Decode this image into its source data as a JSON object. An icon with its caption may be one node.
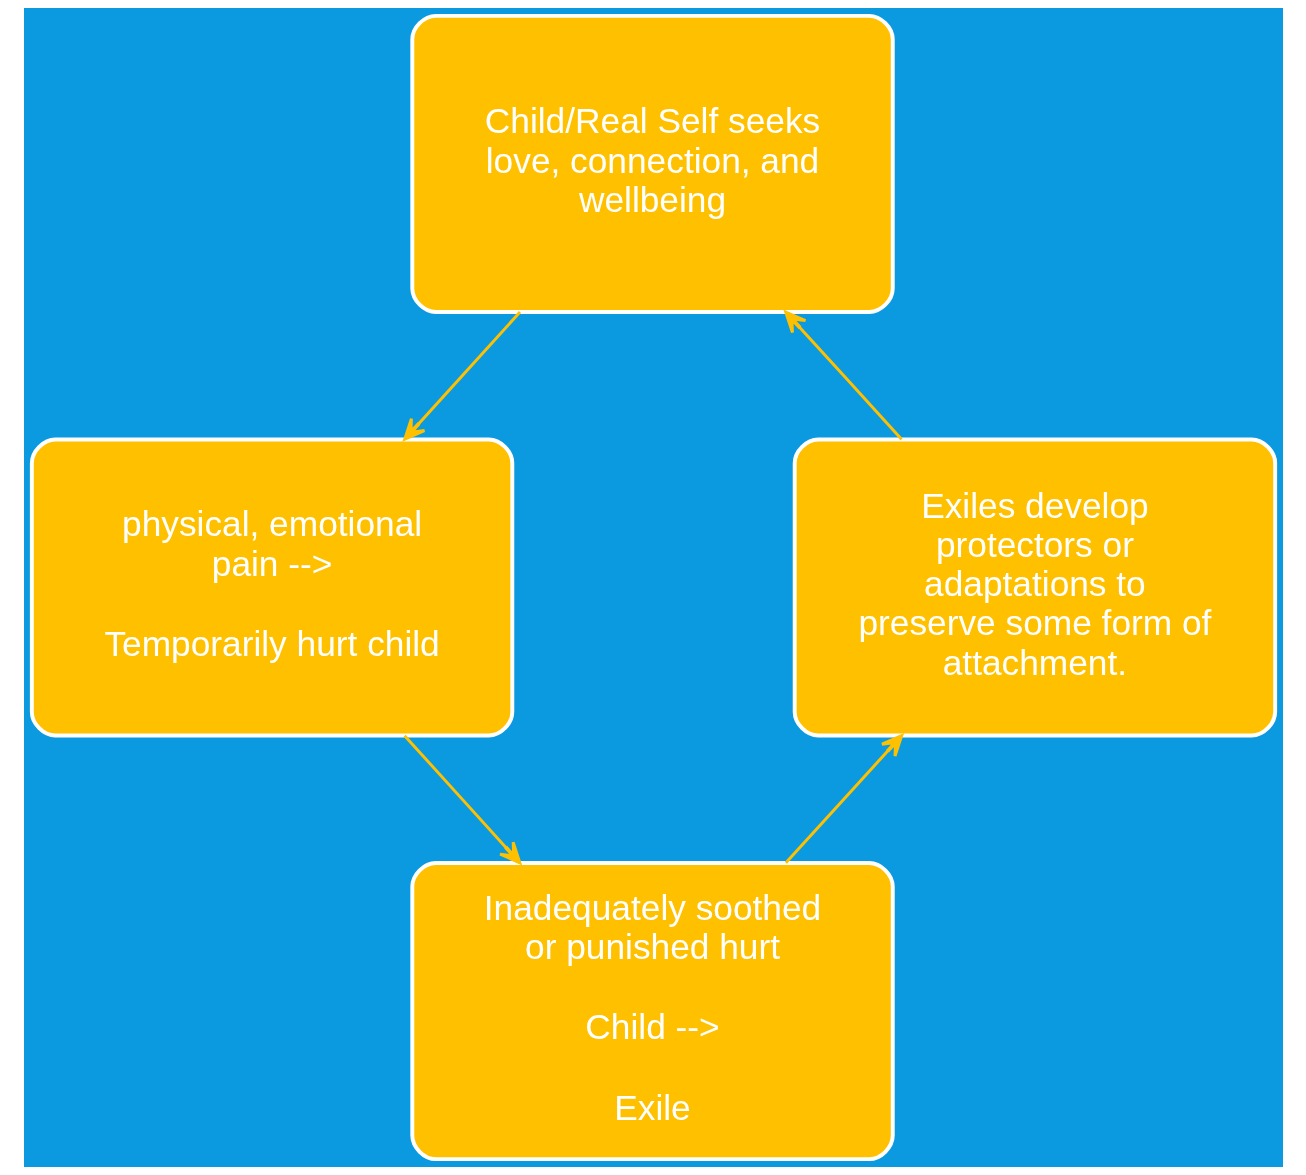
{
  "diagram": {
    "nodes": [
      {
        "text": [
          "Child/Real Self seeks love, connection, and wellbeing"
        ]
      },
      {
        "text": [
          "physical, emotional pain -->",
          "Temporarily hurt child"
        ]
      },
      {
        "text": [
          "Inadequately soothed or punished hurt",
          "Child -->",
          "Exile"
        ]
      },
      {
        "text": [
          "Exiles develop protectors or adaptations to preserve some form of attachment."
        ]
      }
    ],
    "edges": [
      {
        "from": 0,
        "to": 1,
        "arrow": "to"
      },
      {
        "from": 1,
        "to": 2,
        "arrow": "to"
      },
      {
        "from": 2,
        "to": 3,
        "arrow": "to"
      },
      {
        "from": 3,
        "to": 0,
        "arrow": "to"
      }
    ]
  }
}
